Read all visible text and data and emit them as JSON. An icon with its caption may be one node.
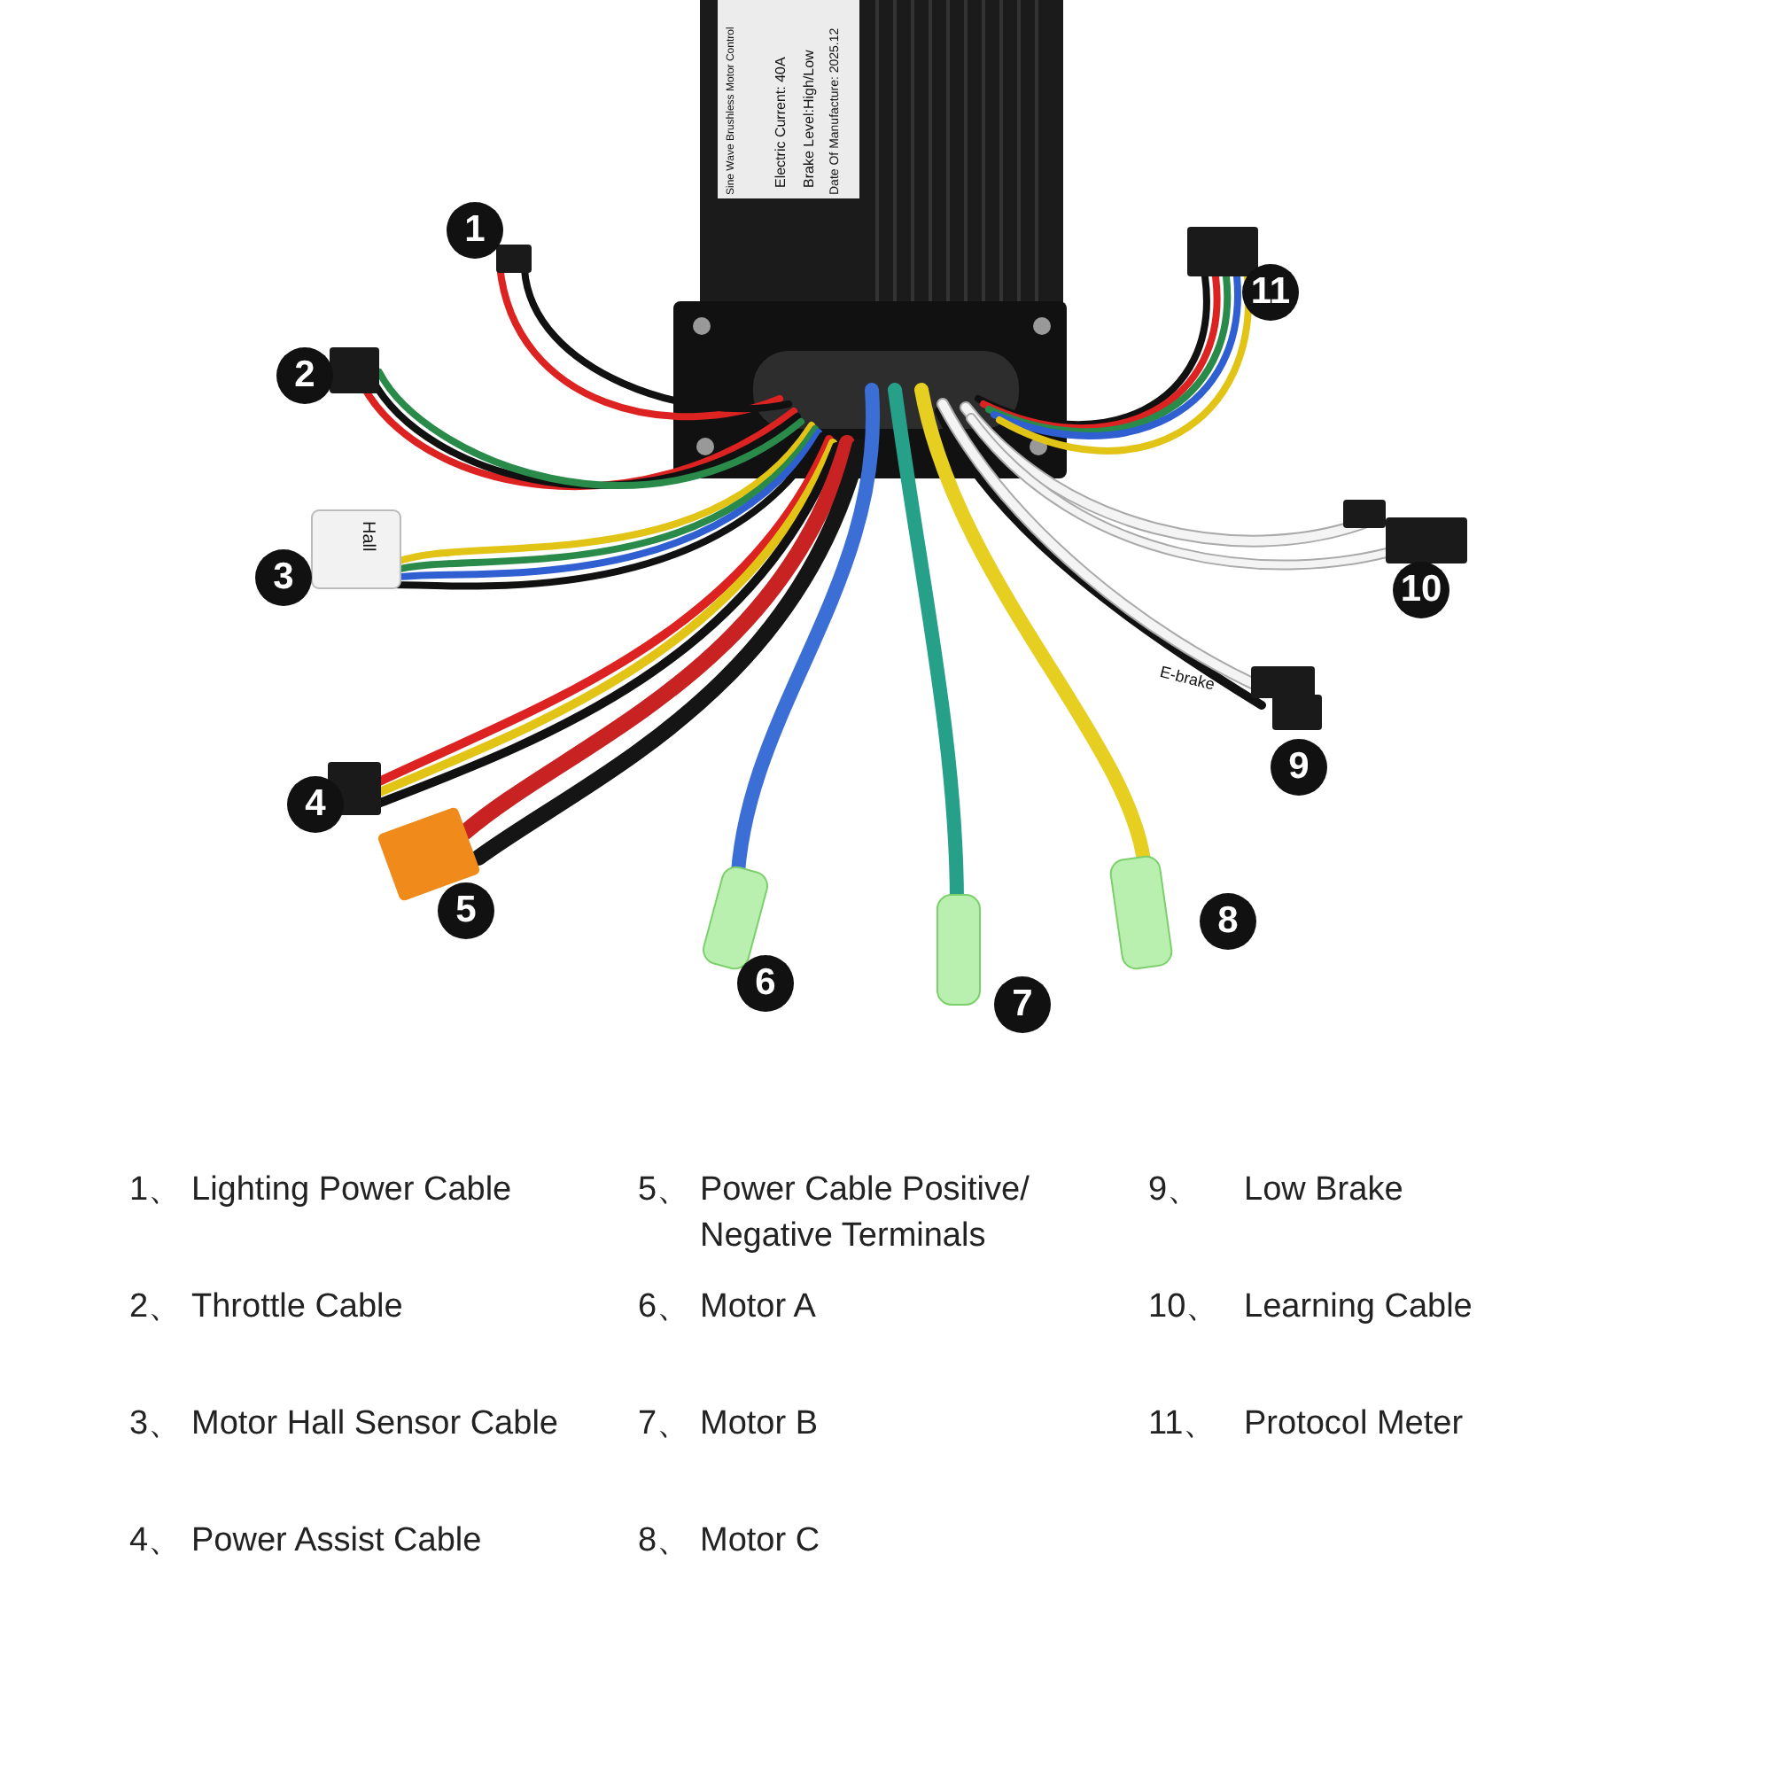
{
  "diagram": {
    "labels": [
      "1",
      "2",
      "3",
      "4",
      "5",
      "6",
      "7",
      "8",
      "9",
      "10",
      "11",
      "1、",
      "Lighting Power Cable",
      "5、",
      "Power Cable Positive/ Negative Terminals",
      "9、",
      "Low Brake",
      "2、",
      "Throttle Cable",
      "6、",
      "Motor A",
      "10、",
      "Learning Cable",
      "3、",
      "Motor Hall Sensor Cable",
      "7、",
      "Motor B",
      "11、",
      "Protocol Meter",
      "4、",
      "Power Assist Cable",
      "8、",
      "Motor C",
      "Hall",
      "E-brake",
      "Sine Wave Brushless Motor Control",
      "Electric Current: 40A",
      "Brake Level:High/Low",
      "Date Of Manufacture: 2025.12"
    ]
  }
}
